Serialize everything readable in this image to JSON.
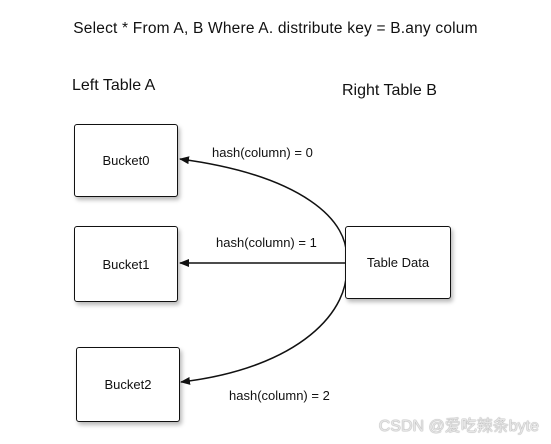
{
  "title": "Select * From A, B Where A. distribute key = B.any colum",
  "left_table": {
    "label": "Left Table A",
    "buckets": [
      "Bucket0",
      "Bucket1",
      "Bucket2"
    ]
  },
  "right_table": {
    "label": "Right Table B",
    "node": "Table Data"
  },
  "edges": [
    {
      "from": "Table Data",
      "to": "Bucket0",
      "label": "hash(column) = 0"
    },
    {
      "from": "Table Data",
      "to": "Bucket1",
      "label": "hash(column) = 1"
    },
    {
      "from": "Table Data",
      "to": "Bucket2",
      "label": "hash(column) = 2"
    }
  ],
  "watermark": "CSDN @爱吃辣条byte"
}
